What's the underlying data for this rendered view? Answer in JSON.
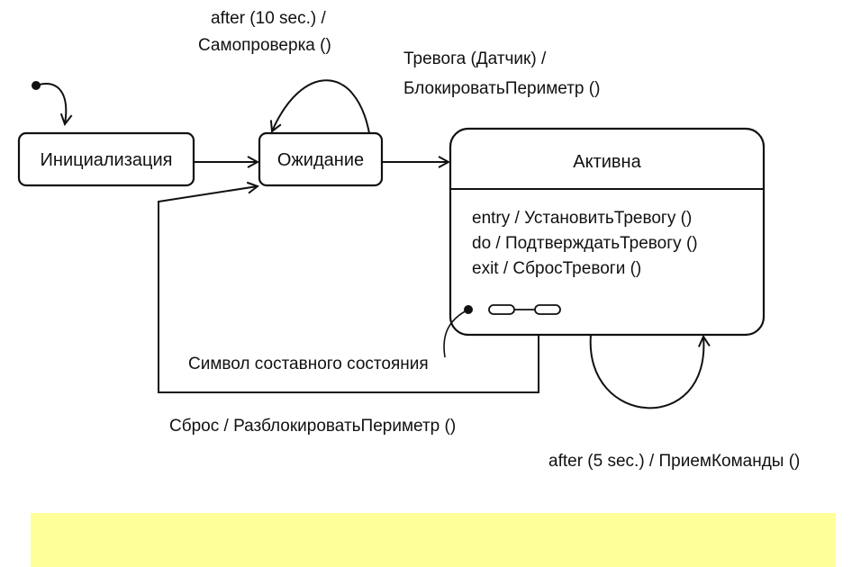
{
  "states": {
    "init": {
      "name": "Инициализация"
    },
    "waiting": {
      "name": "Ожидание"
    },
    "active": {
      "name": "Активна",
      "activities": [
        "entry / УстановитьТревогу ()",
        "do / ПодтверждатьТревогу ()",
        "exit / СбросТревоги ()"
      ]
    }
  },
  "transitions": {
    "self_waiting": [
      "after (10 sec.) /",
      "Самопроверка ()"
    ],
    "waiting_to_active": [
      "Тревога (Датчик) /",
      "БлокироватьПериметр ()"
    ],
    "active_to_waiting": "Сброс / РазблокироватьПериметр ()",
    "self_active": "after (5 sec.) / ПриемКоманды ()"
  },
  "annotations": {
    "composite_symbol": "Символ составного состояния"
  },
  "colors": {
    "footer_band": "#ffff99",
    "ink": "#111111"
  }
}
